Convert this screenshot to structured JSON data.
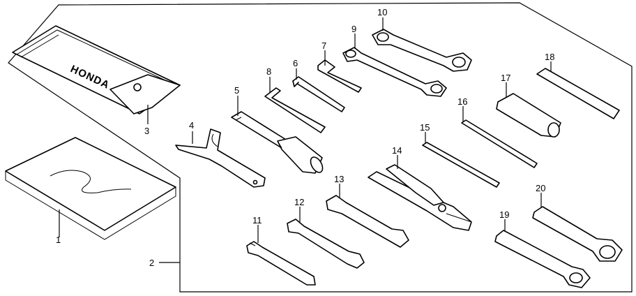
{
  "labels": {
    "l1": "1",
    "l2": "2",
    "l3": "3",
    "l4": "4",
    "l5": "5",
    "l6": "6",
    "l7": "7",
    "l8": "8",
    "l9": "9",
    "l10": "10",
    "l11": "11",
    "l12": "12",
    "l13": "13",
    "l14": "14",
    "l15": "15",
    "l16": "16",
    "l17": "17",
    "l18": "18",
    "l19": "19",
    "l20": "20"
  },
  "pouch_brand": "HONDA"
}
